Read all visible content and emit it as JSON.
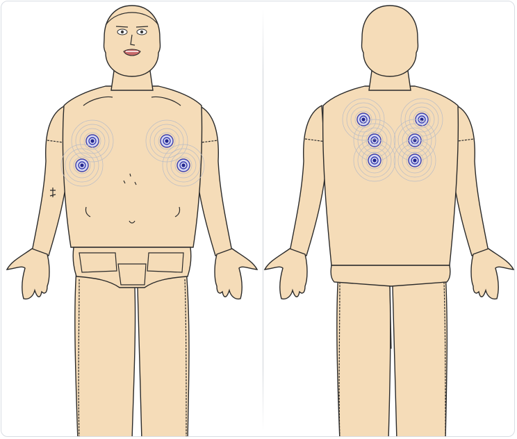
{
  "views": [
    {
      "id": "front",
      "name": "front-view"
    },
    {
      "id": "back",
      "name": "back-view"
    }
  ],
  "colors": {
    "skin": "#f5dcb8",
    "skin_shade": "#eecb9e",
    "outline": "#2a2a2a",
    "sensor_ring": "#3a3fb0",
    "sensor_core": "#23278f",
    "ripple": "#b9bcc6"
  },
  "sensor_sites": {
    "front_count": 4,
    "back_count": 6
  }
}
